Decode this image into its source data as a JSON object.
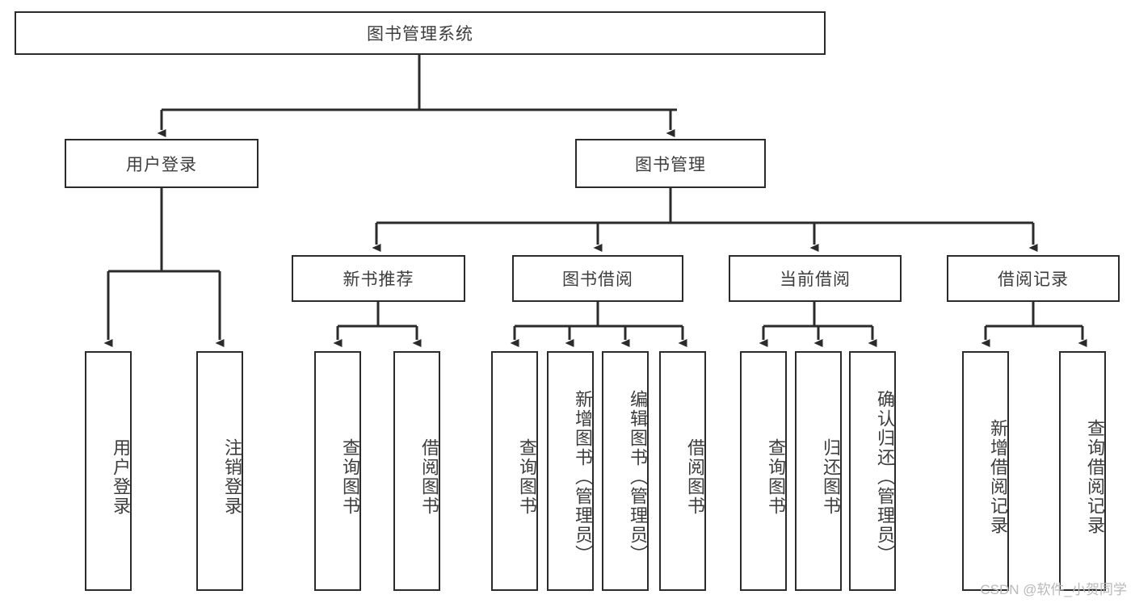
{
  "diagram": {
    "title": "图书管理系统",
    "type": "tree",
    "watermark": "CSDN @软件_小贺同学",
    "colors": {
      "stroke": "#2b2b2b",
      "text": "#3d3d3d",
      "background": "#ffffff",
      "watermark": "#b9b9b9"
    },
    "root": {
      "label": "图书管理系统"
    },
    "level2": [
      {
        "label": "用户登录"
      },
      {
        "label": "图书管理"
      }
    ],
    "level3": [
      {
        "label": "新书推荐"
      },
      {
        "label": "图书借阅"
      },
      {
        "label": "当前借阅"
      },
      {
        "label": "借阅记录"
      }
    ],
    "leaves": {
      "user_login": [
        {
          "label": "用户登录"
        },
        {
          "label": "注销登录"
        }
      ],
      "new_book_recommend": [
        {
          "label": "查询图书"
        },
        {
          "label": "借阅图书"
        }
      ],
      "book_borrow": [
        {
          "label": "查询图书"
        },
        {
          "label": "新增图书（管理员）"
        },
        {
          "label": "编辑图书（管理员）"
        },
        {
          "label": "借阅图书"
        }
      ],
      "current_borrow": [
        {
          "label": "查询图书"
        },
        {
          "label": "归还图书"
        },
        {
          "label": "确认归还（管理员）"
        }
      ],
      "borrow_record": [
        {
          "label": "新增借阅记录"
        },
        {
          "label": "查询借阅记录"
        }
      ]
    }
  }
}
